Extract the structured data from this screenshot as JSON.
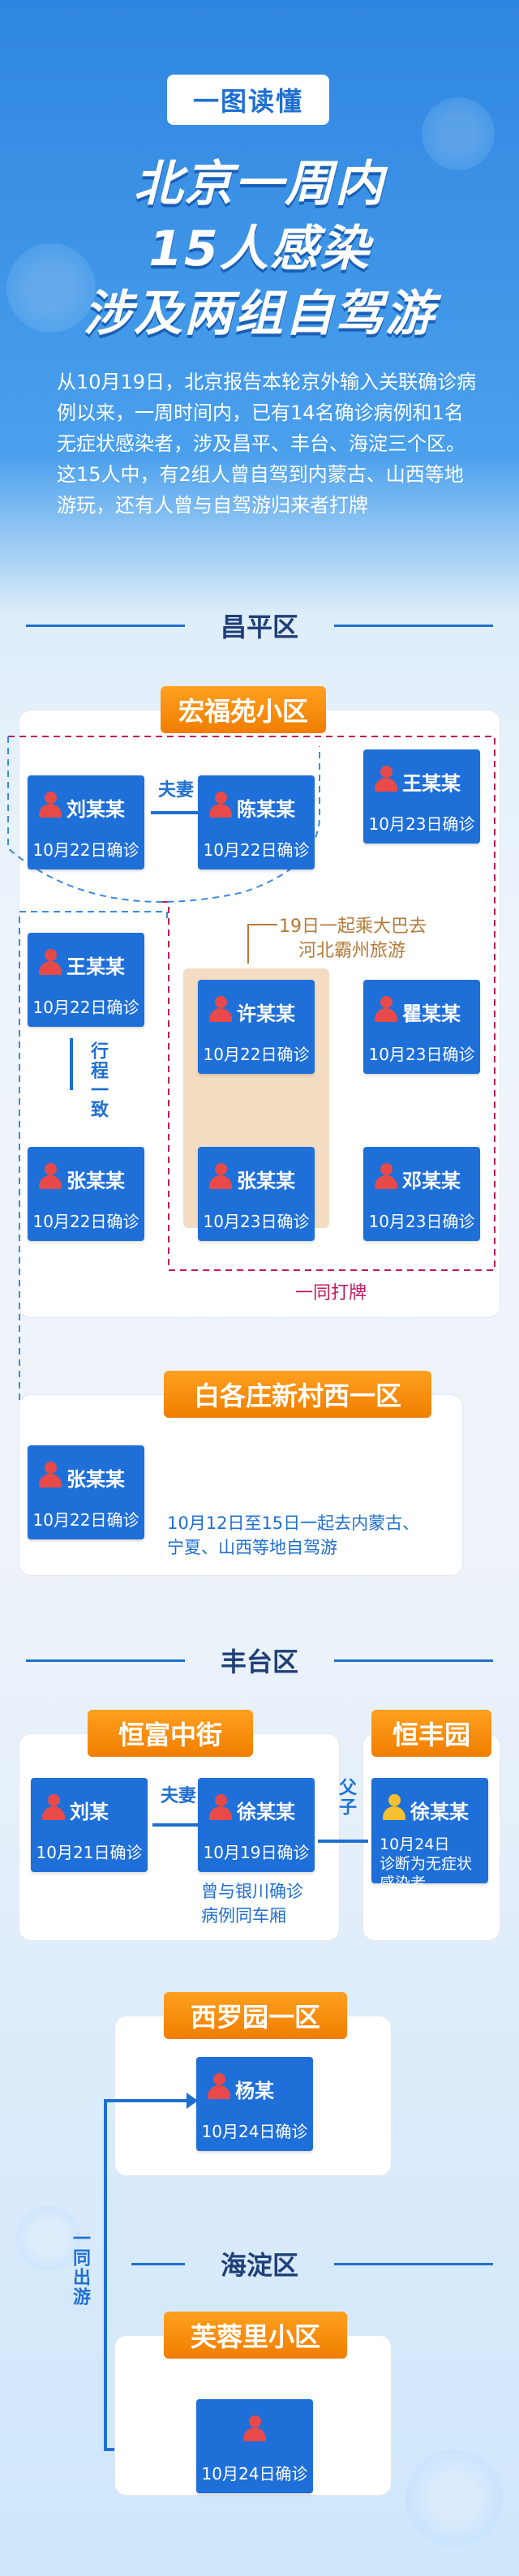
{
  "header": {
    "badge": "一图读懂",
    "title_lines": [
      "北京一周内",
      "15人感染",
      "涉及两组自驾游"
    ],
    "intro": "从10月19日，北京报告本轮京外输入关联确诊病例以来，一周时间内，已有14名确诊病例和1名无症状感染者，涉及昌平、丰台、海淀三个区。这15人中，有2组人曾自驾到内蒙古、山西等地游玩，还有人曾与自驾游归来者打牌"
  },
  "changping": {
    "title": "昌平区",
    "community1": "宏福苑小区",
    "community2": "白各庄新村西一区",
    "relation_couple": "夫妻",
    "relation_trip": "行程一致",
    "bus_note_line1": "19日一起乘大巴去",
    "bus_note_line2": "河北霸州旅游",
    "cards_note": "一同打牌",
    "drive_note_line1": "10月12日至15日一起去内蒙古、",
    "drive_note_line2": "宁夏、山西等地自驾游",
    "cases": {
      "liu": {
        "name": "刘某某",
        "date": "10月22日确诊"
      },
      "chen": {
        "name": "陈某某",
        "date": "10月22日确诊"
      },
      "wang1": {
        "name": "王某某",
        "date": "10月23日确诊"
      },
      "wang2": {
        "name": "王某某",
        "date": "10月22日确诊"
      },
      "xu": {
        "name": "许某某",
        "date": "10月22日确诊"
      },
      "qu": {
        "name": "瞿某某",
        "date": "10月23日确诊"
      },
      "zhang1": {
        "name": "张某某",
        "date": "10月22日确诊"
      },
      "zhang2": {
        "name": "张某某",
        "date": "10月23日确诊"
      },
      "deng": {
        "name": "邓某某",
        "date": "10月23日确诊"
      },
      "zhang3": {
        "name": "张某某",
        "date": "10月22日确诊"
      }
    }
  },
  "fengtai": {
    "title": "丰台区",
    "community1": "恒富中街",
    "community2": "恒丰园",
    "community3": "西罗园一区",
    "relation_couple": "夫妻",
    "relation_fatherson": "父子",
    "train_note_line1": "曾与银川确诊",
    "train_note_line2": "病例同车厢",
    "together_out": "一同出游",
    "cases": {
      "liu": {
        "name": "刘某",
        "date": "10月21日确诊"
      },
      "xu": {
        "name": "徐某某",
        "date": "10月19日确诊"
      },
      "xu2": {
        "name": "徐某某",
        "date_line1": "10月24日",
        "date_line2": "诊断为无症状",
        "date_line3": "感染者"
      },
      "yang": {
        "name": "杨某",
        "date": "10月24日确诊"
      }
    }
  },
  "haidian": {
    "title": "海淀区",
    "community": "芙蓉里小区",
    "cases": {
      "anon": {
        "name": "",
        "date": "10月24日确诊"
      }
    }
  },
  "colors": {
    "card_blue": "#1f6fd8",
    "tag_orange": "#f08000",
    "person_red": "#e84a4a",
    "person_yellow": "#f5c131",
    "dash_pink": "#c2185b",
    "dash_blue": "#3a8ae0"
  }
}
